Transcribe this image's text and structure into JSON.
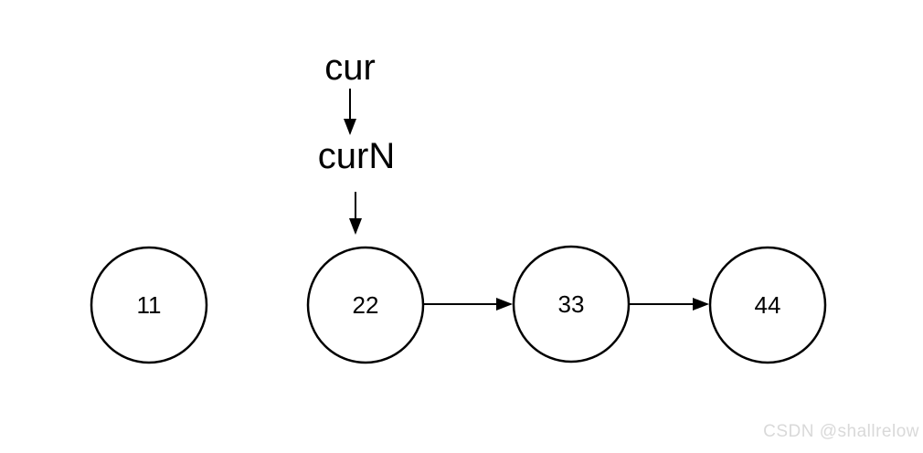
{
  "diagram": {
    "pointers": [
      {
        "label": "cur"
      },
      {
        "label": "curN"
      }
    ],
    "nodes": [
      {
        "value": "11"
      },
      {
        "value": "22"
      },
      {
        "value": "33"
      },
      {
        "value": "44"
      }
    ],
    "edges": [
      {
        "from": "22",
        "to": "33"
      },
      {
        "from": "33",
        "to": "44"
      }
    ],
    "pointer_chain": [
      {
        "from": "cur",
        "to": "curN"
      },
      {
        "from": "curN",
        "to": "22"
      }
    ],
    "colors": {
      "stroke": "#000000",
      "node_fill": "#ffffff",
      "watermark": "#d9d9d9"
    }
  },
  "watermark": {
    "text": "CSDN @shallrelow"
  }
}
